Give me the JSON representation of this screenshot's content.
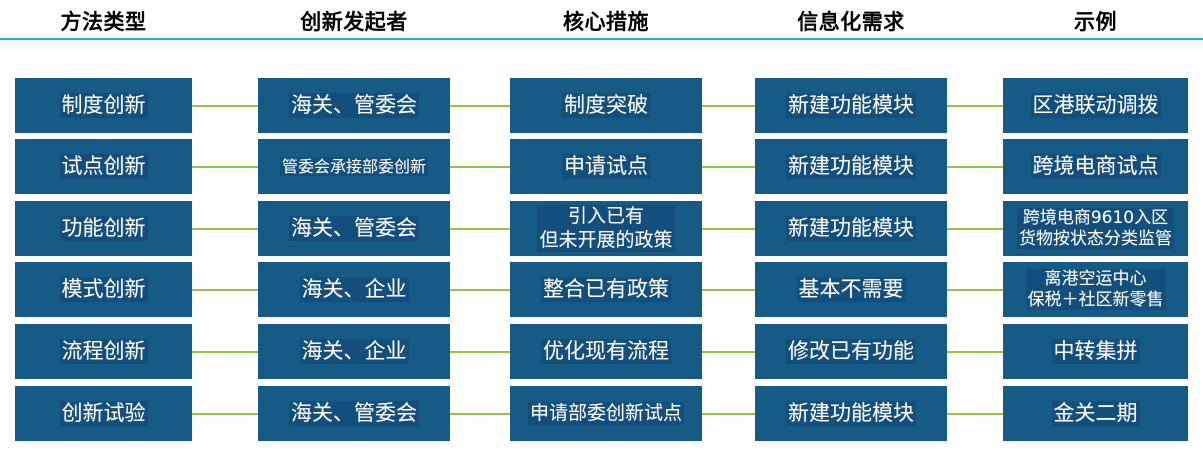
{
  "theme": {
    "box_fill": "#165A86",
    "text_highlight": "#144E7C",
    "text_color": "#FFFFFF",
    "header_rule_color": "#2BA9E0",
    "connector_color": "#93C83D",
    "page_background": "#FFFFFF"
  },
  "headers": [
    {
      "label": "方法类型"
    },
    {
      "label": "创新发起者"
    },
    {
      "label": "核心措施"
    },
    {
      "label": "信息化需求"
    },
    {
      "label": "示例"
    }
  ],
  "rows": [
    {
      "method_type": "制度创新",
      "initiator": "海关、管委会",
      "core_measure": "制度突破",
      "it_requirement": "新建功能模块",
      "example": "区港联动调拨"
    },
    {
      "method_type": "试点创新",
      "initiator": "管委会承接部委创新",
      "core_measure": "申请试点",
      "it_requirement": "新建功能模块",
      "example": "跨境电商试点"
    },
    {
      "method_type": "功能创新",
      "initiator": "海关、管委会",
      "core_measure": "引入已有\n但未开展的政策",
      "it_requirement": "新建功能模块",
      "example": "跨境电商9610入区\n货物按状态分类监管"
    },
    {
      "method_type": "模式创新",
      "initiator": "海关、企业",
      "core_measure": "整合已有政策",
      "it_requirement": "基本不需要",
      "example": "离港空运中心\n保税＋社区新零售"
    },
    {
      "method_type": "流程创新",
      "initiator": "海关、企业",
      "core_measure": "优化现有流程",
      "it_requirement": "修改已有功能",
      "example": "中转集拼"
    },
    {
      "method_type": "创新试验",
      "initiator": "海关、管委会",
      "core_measure": "申请部委创新试点",
      "it_requirement": "新建功能模块",
      "example": "金关二期"
    }
  ]
}
